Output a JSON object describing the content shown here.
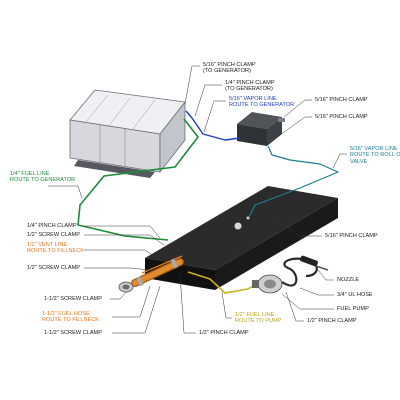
{
  "labels": {
    "pinch_clamp_gen_1": "5/16\" PINCH CLAMP\n(TO GENERATOR)",
    "pinch_clamp_gen_2": "1/4\" PINCH CLAMP\n(TO GENERATOR)",
    "vapor_line_gen": "5/16\" VAPOR LINE\nROUTE TO GENERATOR",
    "pinch_clamp_canister_top": "5/16\" PINCH CLAMP",
    "pinch_clamp_canister_bottom": "5/16\" PINCH CLAMP",
    "vapor_line_rollover": "5/16\" VAPOR LINE\nROUTE TO ROLL OVER\nVALVE",
    "fuel_line_gen": "1/4\" FUEL LINE\nROUTE TO GENERATOR",
    "pinch_clamp_tank_top": "1/4\" PINCH CLAMP",
    "screw_clamp_1": "1/2\" SCREW CLAMP",
    "vent_line": "1/2\" VENT LINE\nROUTE TO FILLNECK",
    "screw_clamp_2": "1/2\" SCREW CLAMP",
    "pinch_clamp_tank_side": "5/16\" PINCH CLAMP",
    "screw_clamp_filler": "1-1/2\" SCREW CLAMP",
    "fuel_hose_fill": "1-1/2\" FUEL HOSE\nROUTE TO FILLNECK",
    "screw_clamp_bottom": "1-1/2\" SCREW CLAMP",
    "pinch_clamp_bottom": "1/2\" PINCH CLAMP",
    "fuel_line_pump": "1/2\" FUEL LINE\nROUTE TO PUMP",
    "pinch_clamp_pump": "1/2\" PINCH CLAMP",
    "nozzle": "NOZZLE",
    "ul_hose": "3/4\" UL HOSE",
    "fuel_pump": "FUEL PUMP"
  },
  "colors": {
    "fuel_line_green": "#1f8a3a",
    "vapor_line_blue": "#1f3fbf",
    "vapor_line_teal": "#1d7d90",
    "vent_orange": "#e0791d",
    "fuel_hose_orange": "#d9822b",
    "fuel_line_olive": "#c9b21c",
    "tank": "#1c1c1c",
    "generator": "#dfe1e6",
    "leader": "#333333"
  }
}
